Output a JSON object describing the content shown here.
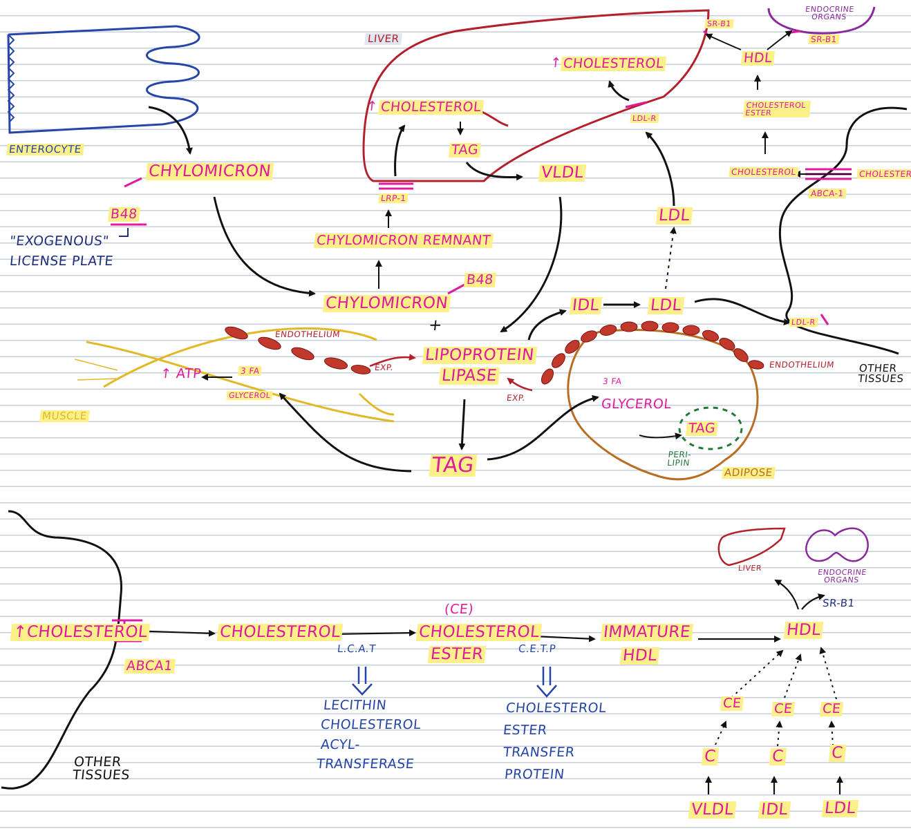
{
  "colors": {
    "pink": "#e0199f",
    "highlight": "#fdf08a",
    "navy": "#1f2f7a",
    "blue": "#2546a8",
    "liver_red": "#b3202b",
    "muscle_gold": "#e2b824",
    "adipose_tan": "#b86d22",
    "perilipin_green": "#1f7a3a",
    "endocrine_purple": "#8a2a9a",
    "ruled_line": "#c9cedb"
  },
  "icons": [
    "enterocyte-microvilli",
    "liver-organ",
    "endocrine-organ",
    "muscle-fibers",
    "adipose-cell",
    "endothelial-cells",
    "receptor-bars"
  ],
  "top": {
    "enterocyte": "ENTEROCYTE",
    "chylomicron_top": "CHYLOMICRON",
    "b48_top": "B48",
    "exogenous": "\"EXOGENOUS\"",
    "license_plate": "LICENSE PLATE",
    "liver": "LIVER",
    "cholesterol_liver_left": "CHOLESTEROL",
    "tag_liver": "TAG",
    "lrp1": "LRP-1",
    "chylomicron_remnant": "CHYLOMICRON REMNANT",
    "chylomicron_mid": "CHYLOMICRON",
    "b48_mid": "B48",
    "plus": "+",
    "vldl": "VLDL",
    "cholesterol_liver_right": "CHOLESTEROL",
    "ldl_r_liver": "LDL-R",
    "ldl_upper": "LDL",
    "sr_b1_liver": "SR-B1",
    "endocrine_organs_top": "ENDOCRINE ORGANS",
    "sr_b1_endocrine": "SR-B1",
    "hdl_top": "HDL",
    "cholesterol_ester_top": "CHOLESTEROL ESTER",
    "cholesterol_cell": "CHOLESTEROL",
    "cholesterol_outside": "CHOLESTEROL",
    "abca1_top": "ABCA-1",
    "idl_mid": "IDL",
    "ldl_mid": "LDL",
    "ldl_r_tissue": "LDL-R",
    "other_tissues_top": "OTHER TISSUES",
    "endothelium_left": "ENDOTHELIUM",
    "endothelium_right": "ENDOTHELIUM",
    "atp": "ATP",
    "fa_muscle": "3 FA",
    "glycerol_muscle": "GLYCEROL",
    "muscle": "MUSCLE",
    "exp_left": "EXP.",
    "exp_right": "EXP.",
    "lipoprotein_lipase_1": "LIPOPROTEIN",
    "lipoprotein_lipase_2": "LIPASE",
    "tag_blood": "TAG",
    "fa_adipose": "3 FA",
    "glycerol_adipose": "GLYCEROL",
    "tag_adipose": "TAG",
    "perilipin": "PERI-LIPIN",
    "adipose": "ADIPOSE"
  },
  "bottom": {
    "cholesterol_start": "CHOLESTEROL",
    "abca1": "ABCA1",
    "cholesterol_2": "CHOLESTEROL",
    "ce_abbrev": "(CE)",
    "cholesterol_ester_1": "CHOLESTEROL",
    "cholesterol_ester_2": "ESTER",
    "lcat_abbrev": "L.C.A.T",
    "lcat_1": "LECITHIN",
    "lcat_2": "CHOLESTEROL",
    "lcat_3": "ACYL-",
    "lcat_4": "TRANSFERASE",
    "cetp_abbrev": "C.E.T.P",
    "cetp_1": "CHOLESTEROL",
    "cetp_2": "ESTER",
    "cetp_3": "TRANSFER",
    "cetp_4": "PROTEIN",
    "immature_1": "IMMATURE",
    "immature_2": "HDL",
    "hdl": "HDL",
    "liver": "LIVER",
    "endocrine_organs": "ENDOCRINE ORGANS",
    "sr_b1": "SR-B1",
    "other_tissues": "OTHER TISSUES",
    "ce_1": "CE",
    "ce_2": "CE",
    "ce_3": "CE",
    "c_1": "C",
    "c_2": "C",
    "c_3": "C",
    "vldl": "VLDL",
    "idl": "IDL",
    "ldl": "LDL"
  }
}
